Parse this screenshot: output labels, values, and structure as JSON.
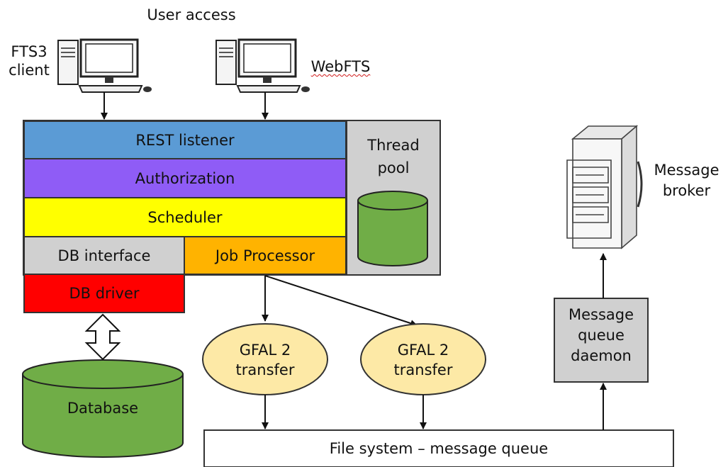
{
  "labels": {
    "user_access": "User access",
    "fts3_client": "FTS3\nclient",
    "webfts": "WebFTS",
    "rest_listener": "REST listener",
    "authorization": "Authorization",
    "scheduler": "Scheduler",
    "db_interface": "DB interface",
    "job_processor": "Job Processor",
    "db_driver": "DB driver",
    "thread_pool": "Thread\npool",
    "database": "Database",
    "gfal_1": "GFAL 2\ntransfer",
    "gfal_2": "GFAL 2\ntransfer",
    "file_system_mq": "File system – message queue",
    "mq_daemon": "Message\nqueue\ndaemon",
    "message_broker": "Message\nbroker"
  },
  "colors": {
    "rest_listener": "#5b9bd5",
    "authorization": "#8f5cf6",
    "scheduler": "#ffff00",
    "db_interface": "#d0d0d0",
    "job_processor": "#ffb300",
    "db_driver": "#ff0000",
    "thread_pool_box": "#d0d0d0",
    "cylinder_green": "#70ad47",
    "gfal_fill": "#fde9a6",
    "mq_daemon": "#d0d0d0"
  },
  "icons": {
    "client_computer": "desktop-computer-icon",
    "webfts_computer": "desktop-computer-icon",
    "broker": "server-rack-icon"
  }
}
